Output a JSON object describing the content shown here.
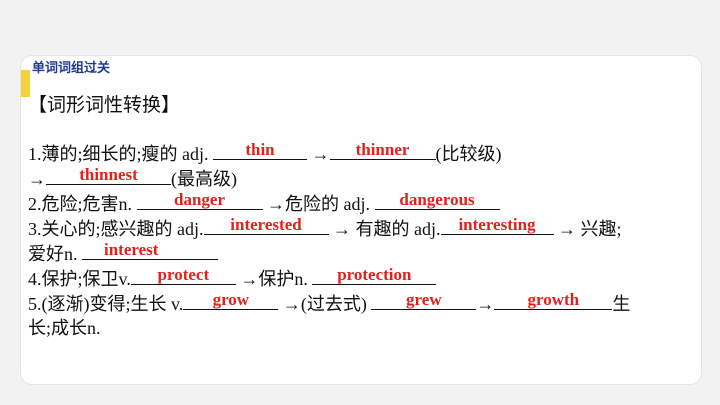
{
  "section_title": "单词词组过关",
  "heading": "【词形词性转换】",
  "lines": [
    {
      "parts": [
        "1.薄的;细长的;瘦的 adj. ",
        " →",
        "(比较级)"
      ],
      "answers": [
        "thin",
        "thinner"
      ]
    },
    {
      "parts": [
        "→",
        "(最高级)"
      ],
      "answers": [
        "thinnest"
      ]
    },
    {
      "parts": [
        "2.危险;危害n. ",
        " →危险的 adj. "
      ],
      "answers": [
        "danger",
        "dangerous"
      ]
    },
    {
      "parts": [
        "3.关心的;感兴趣的 adj.",
        " → 有趣的 adj.",
        " → 兴趣;"
      ],
      "answers": [
        "interested",
        "interesting"
      ]
    },
    {
      "parts": [
        "爱好n. "
      ],
      "answers": [
        "interest"
      ]
    },
    {
      "parts": [
        "4.保护;保卫v.",
        " →保护n. "
      ],
      "answers": [
        "protect",
        "protection"
      ]
    },
    {
      "parts": [
        "5.(逐渐)变得;生长 v.",
        " →(过去式) ",
        "→",
        "生"
      ],
      "answers": [
        "grow",
        "grew",
        "growth"
      ]
    },
    {
      "parts": [
        "长;成长n."
      ]
    }
  ],
  "colors": {
    "answer": "#e3211b",
    "title": "#1f3a93",
    "accent_bar": "#f0d23c"
  }
}
